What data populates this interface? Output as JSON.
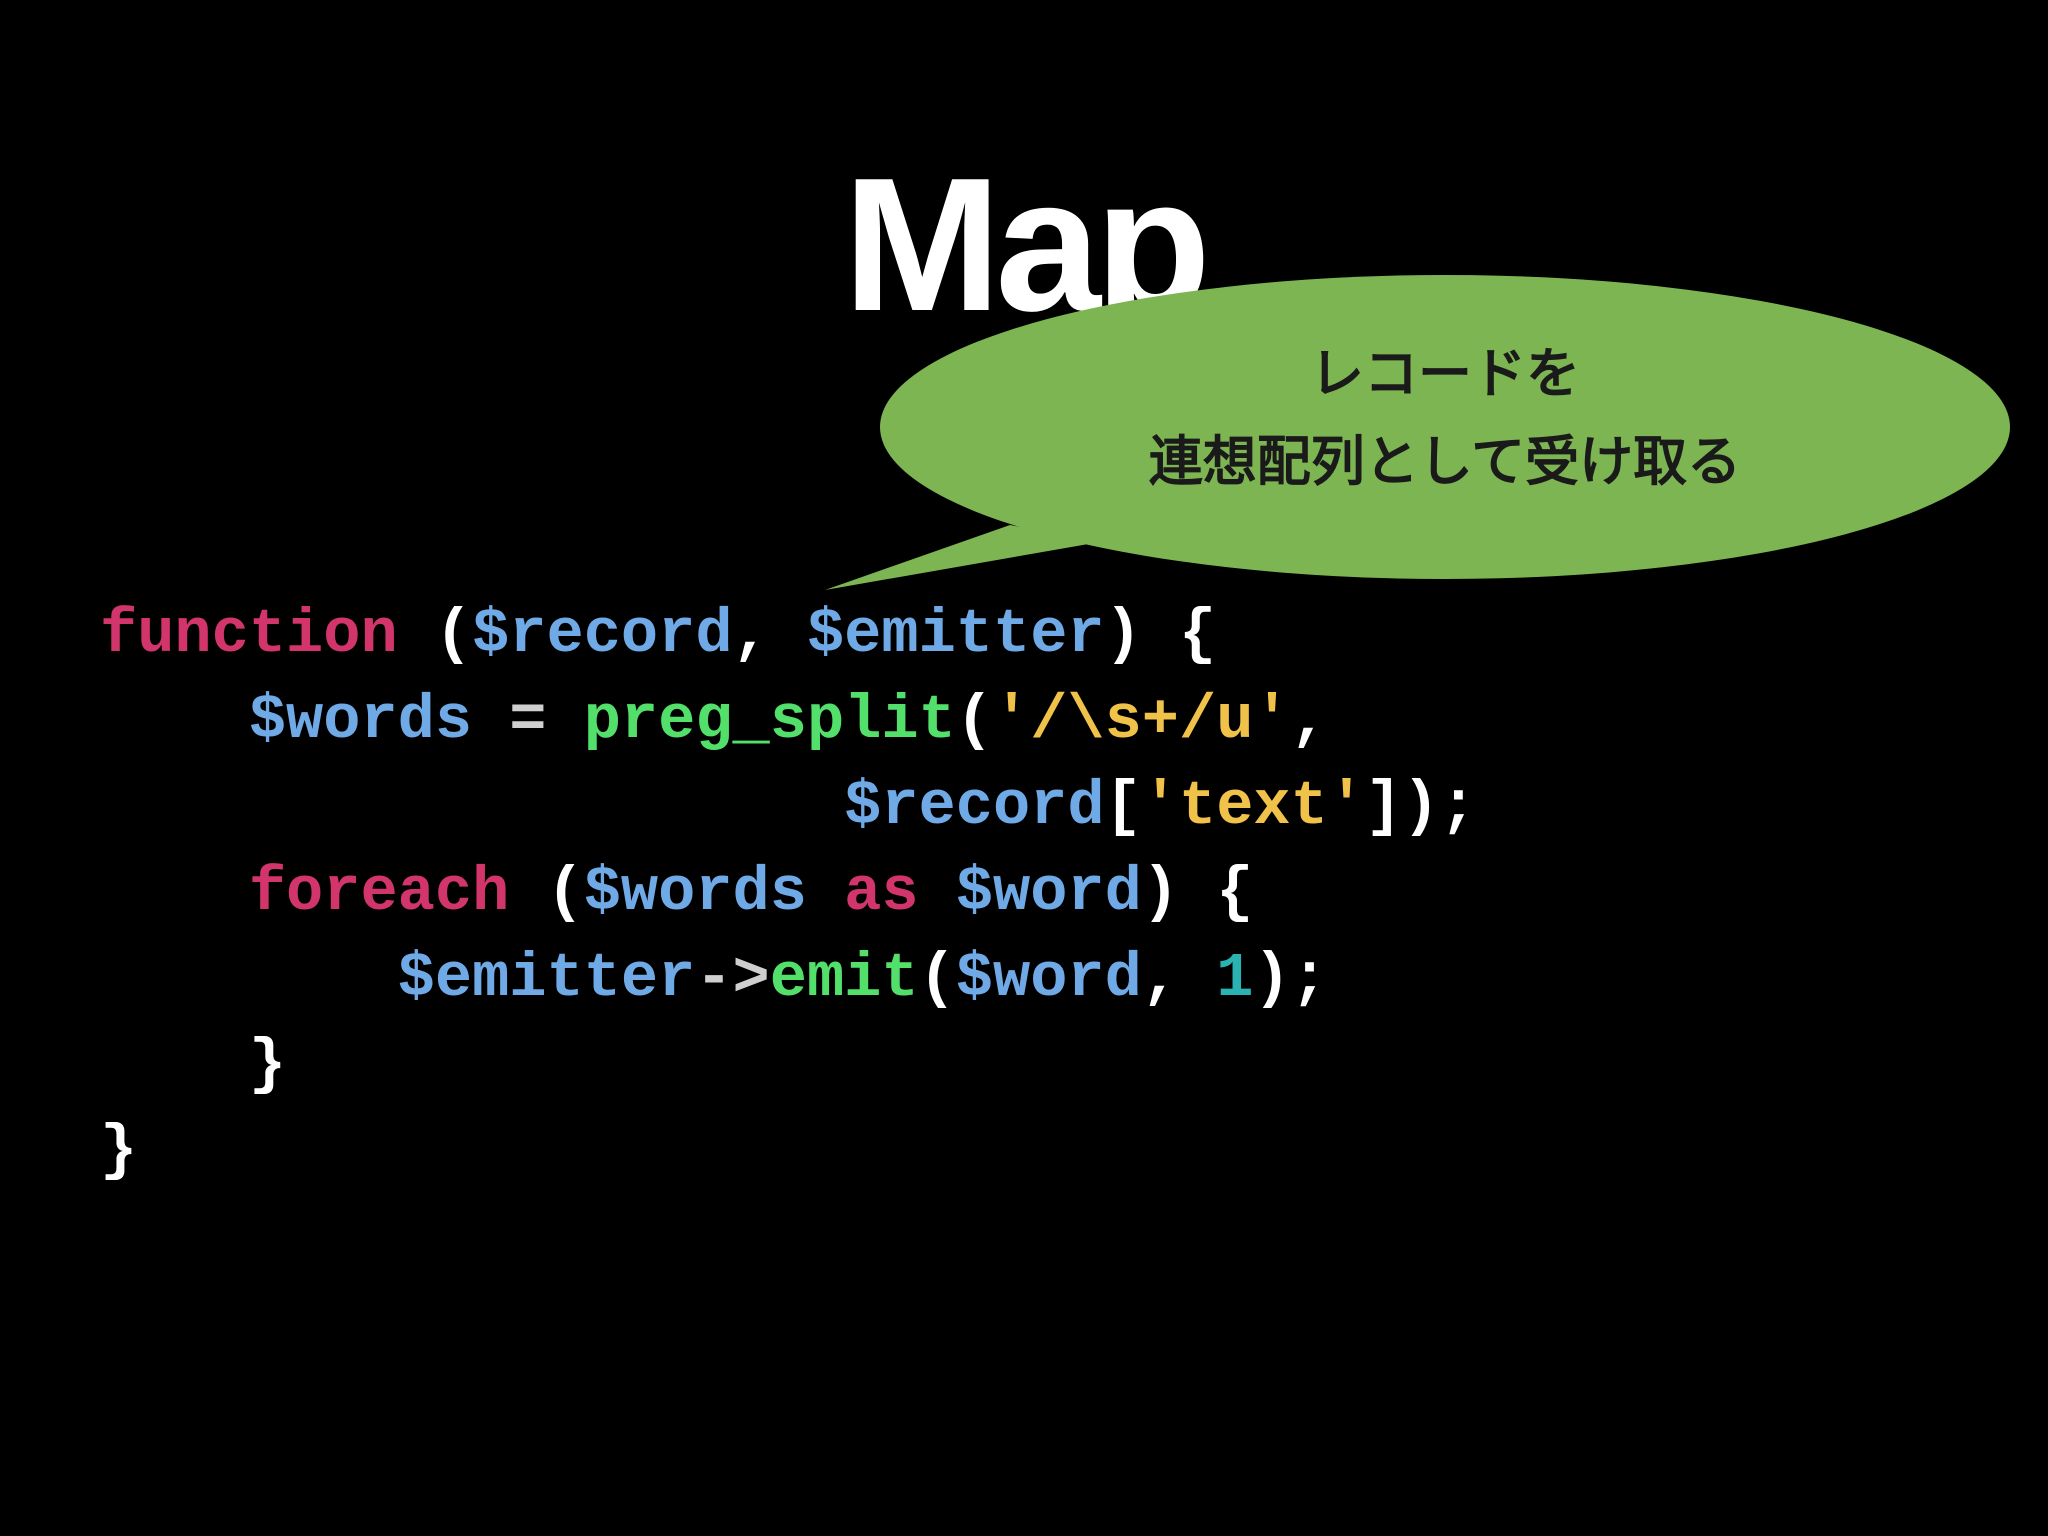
{
  "slide": {
    "title": "Map",
    "callout": {
      "line1": "レコードを",
      "line2": "連想配列として受け取る",
      "fill_color": "#7db552"
    },
    "code": {
      "line1": {
        "keyword": "function",
        "open": " (",
        "arg1": "$record",
        "comma": ", ",
        "arg2": "$emitter",
        "close": ") {"
      },
      "line2": {
        "indent": "    ",
        "var": "$words",
        "assign": " = ",
        "func": "preg_split",
        "paren": "(",
        "pattern": "'/\\s+/u'",
        "comma": ","
      },
      "line3": {
        "indent": "                    ",
        "var": "$record",
        "open": "[",
        "key": "'text'",
        "close": "]);"
      },
      "line4": {
        "indent": "    ",
        "keyword": "foreach",
        "open": " (",
        "var1": "$words",
        "space1": " ",
        "as": "as",
        "space2": " ",
        "var2": "$word",
        "close": ") {"
      },
      "line5": {
        "indent": "        ",
        "var": "$emitter",
        "arrow": "->",
        "method": "emit",
        "paren": "(",
        "arg": "$word",
        "comma": ", ",
        "num": "1",
        "close": ");"
      },
      "line6": {
        "indent": "    ",
        "brace": "}"
      },
      "line7": {
        "brace": "}"
      }
    },
    "colors": {
      "background": "#000000",
      "keyword": "#d1356b",
      "variable": "#6fa9e6",
      "function": "#52e06a",
      "string": "#f0c24a",
      "number": "#2bb3b3"
    }
  }
}
